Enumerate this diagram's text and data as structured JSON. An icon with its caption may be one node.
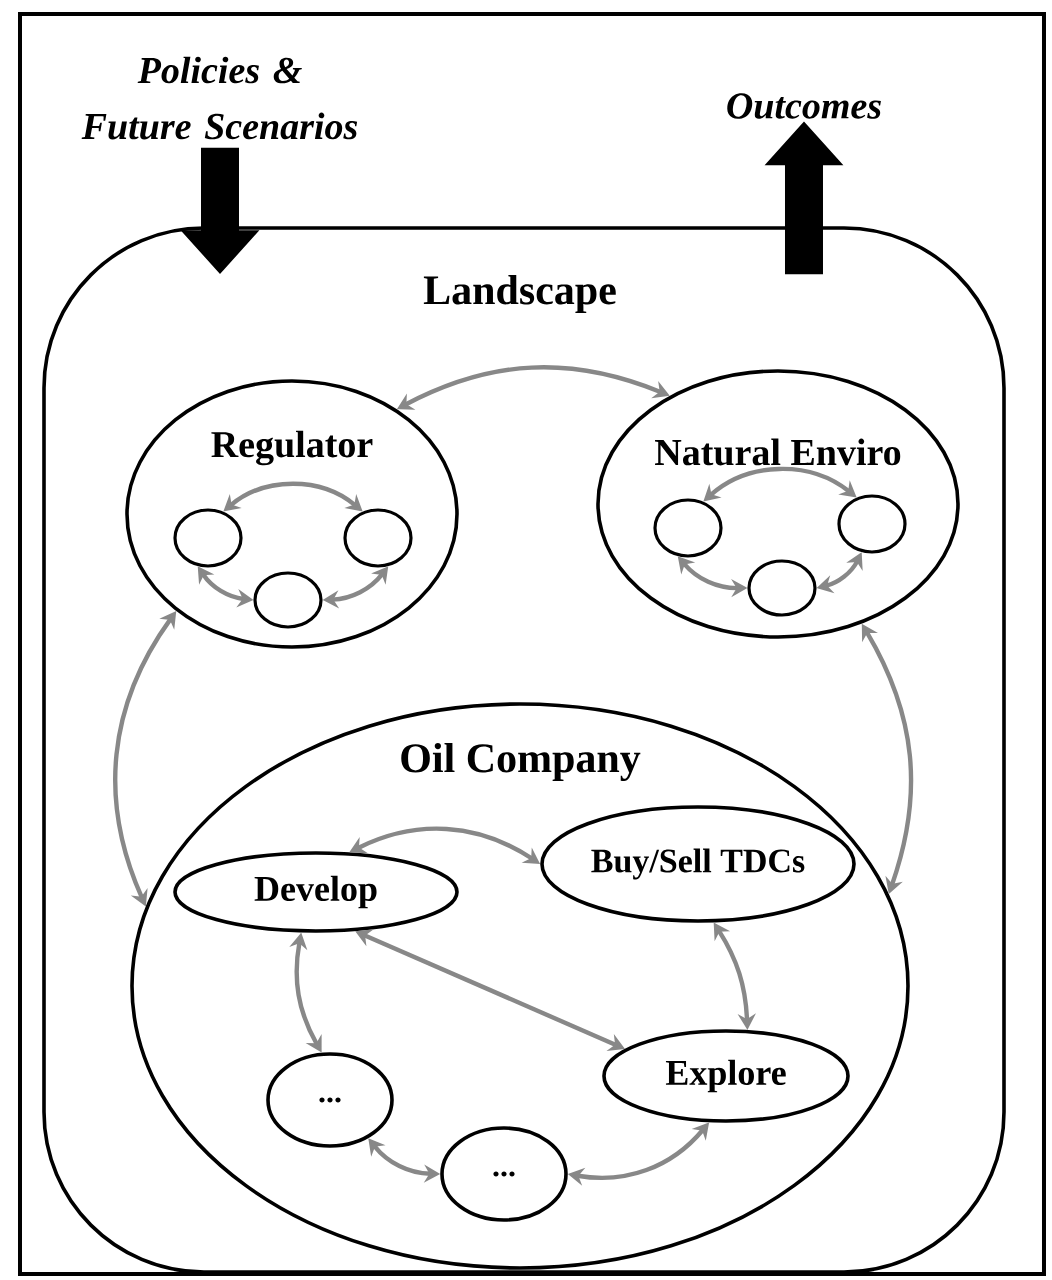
{
  "diagram": {
    "nodes": [
      {
        "text": [
          "Policies & Future Scenarios"
        ]
      },
      {
        "text": [
          "Landscape"
        ]
      },
      {
        "text": [
          "Outcomes"
        ]
      },
      {
        "text": [
          "Regulator"
        ],
        "in": 1
      },
      {
        "text": [],
        "shape": "circle",
        "in": 3
      },
      {
        "text": [],
        "shape": "circle",
        "in": 3
      },
      {
        "text": [],
        "shape": "circle",
        "in": 3
      },
      {
        "text": [
          "Natural Enviro"
        ],
        "in": 1
      },
      {
        "text": [],
        "shape": "circle",
        "in": 7
      },
      {
        "text": [],
        "shape": "circle",
        "in": 7
      },
      {
        "text": [],
        "shape": "circle",
        "in": 7
      },
      {
        "text": [
          "Oil Company"
        ],
        "in": 1
      },
      {
        "text": [
          "Develop"
        ],
        "in": 11
      },
      {
        "text": [
          "Buy/Sell TDCs"
        ],
        "in": 11
      },
      {
        "text": [
          "Explore"
        ],
        "in": 11
      },
      {
        "text": [
          "..."
        ],
        "in": 11
      },
      {
        "text": [
          "..."
        ],
        "in": 11
      }
    ],
    "edges": [
      {
        "from": 0,
        "to": 1,
        "arrow": "to",
        "style": "thick",
        "color": "#000000"
      },
      {
        "from": 1,
        "to": 2,
        "arrow": "to",
        "style": "thick",
        "color": "#000000"
      },
      {
        "from": 3,
        "to": 7,
        "arrow": "both"
      },
      {
        "from": 4,
        "to": 5,
        "arrow": "both"
      },
      {
        "from": 4,
        "to": 6,
        "arrow": "both"
      },
      {
        "from": 6,
        "to": 5,
        "arrow": "both"
      },
      {
        "from": 8,
        "to": 9,
        "arrow": "both"
      },
      {
        "from": 8,
        "to": 10,
        "arrow": "both"
      },
      {
        "from": 10,
        "to": 9,
        "arrow": "both"
      },
      {
        "from": 3,
        "to": 11,
        "arrow": "both"
      },
      {
        "from": 7,
        "to": 11,
        "arrow": "both"
      },
      {
        "from": 12,
        "to": 13,
        "arrow": "both"
      },
      {
        "from": 12,
        "to": 15,
        "arrow": "both"
      },
      {
        "from": 12,
        "to": 14,
        "arrow": "both"
      },
      {
        "from": 13,
        "to": 14,
        "arrow": "both"
      },
      {
        "from": 15,
        "to": 16,
        "arrow": "both"
      },
      {
        "from": 16,
        "to": 14,
        "arrow": "both"
      }
    ]
  }
}
